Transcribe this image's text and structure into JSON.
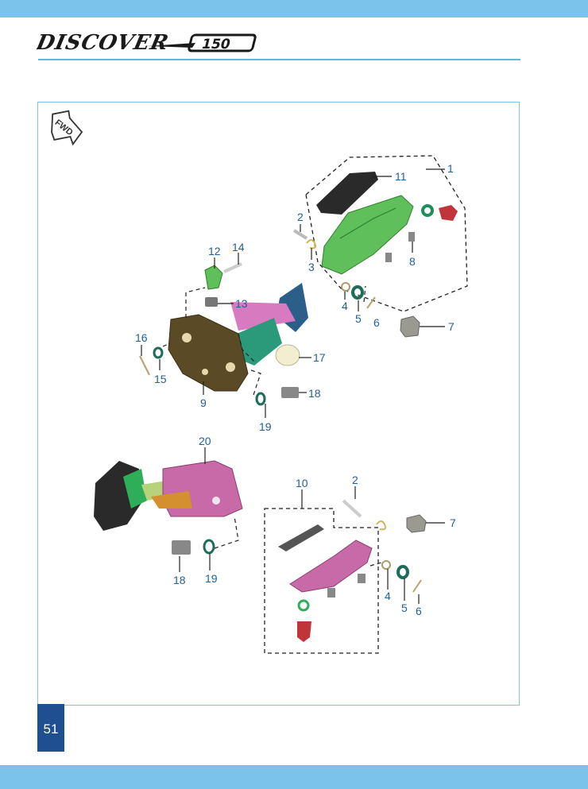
{
  "header": {
    "logo_text": "DISCOVER 150",
    "page_number": "51"
  },
  "diagram": {
    "fwd_label": "FWD",
    "callouts": [
      "1",
      "2",
      "3",
      "4",
      "5",
      "6",
      "7",
      "8",
      "9",
      "10",
      "11",
      "12",
      "13",
      "14",
      "15",
      "16",
      "17",
      "18",
      "19",
      "20"
    ]
  },
  "colors": {
    "bar": "#7cc3ea",
    "rule": "#5fb8d8",
    "page_tab": "#1d4f91",
    "callout_text": "#1f5f9a",
    "part_green": "#5fbf5a",
    "part_pink": "#c86aa8",
    "part_olive": "#5a4a26",
    "part_blue": "#2b5f8a",
    "part_red": "#c0343a"
  }
}
